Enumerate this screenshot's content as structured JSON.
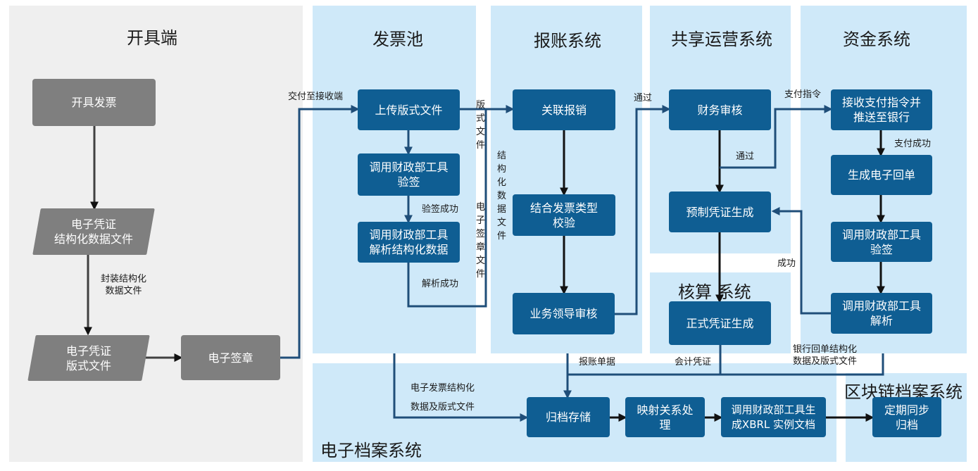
{
  "panels": {
    "issuer": "开具端",
    "invoice_pool": "发票池",
    "reimburse": "报账系统",
    "shared_ops": "共享运营系统",
    "funds": "资金系统",
    "accounting": "核算 系统",
    "archive": "电子档案系统",
    "blockchain": "区块链档案系统"
  },
  "nodes": {
    "issue_invoice": "开具发票",
    "structured_file": "电子凭证\n结构化数据文件",
    "layout_file": "电子凭证\n版式文件",
    "e_signature": "电子签章",
    "upload_layout": "上传版式文件",
    "verify_sign": "调用财政部工具\n验签",
    "parse_structured": "调用财政部工具\n解析结构化数据",
    "link_reimburse": "关联报销",
    "combine_check": "结合发票类型\n校验",
    "leader_review": "业务领导审核",
    "finance_review": "财务审核",
    "pre_voucher": "预制凭证生成",
    "formal_voucher": "正式凭证生成",
    "receive_payment": "接收支付指令并\n推送至银行",
    "gen_receipt": "生成电子回单",
    "fund_verify_sign": "调用财政部工具\n验签",
    "fund_parse": "调用财政部工具\n解析",
    "archive_store": "归档存储",
    "mapping": "映射关系处\n理",
    "gen_xbrl": "调用财政部工具生\n成XBRL 实例文档",
    "sync_archive": "定期同步\n归档"
  },
  "labels": {
    "package_structured": "封装结构化\n数据文件",
    "deliver": "交付至接收端",
    "verify_ok": "验签成功",
    "parse_ok": "解析成功",
    "layout_file_v": "版式文件",
    "e_sign_file_v": "电子签章文件",
    "structured_v": "结构化数据文件",
    "passed_top": "通过",
    "passed_mid": "通过",
    "pay_instruction": "支付指令",
    "pay_success": "支付成功",
    "success": "成功",
    "reimburse_doc": "报账单据",
    "accounting_voucher": "会计凭证",
    "bank_receipt": "银行回单结构化\n数据及版式文件",
    "invoice_structured": "电子发票结构化",
    "invoice_layout": "数据及版式文件"
  },
  "colors": {
    "box_blue": "#0f5e93",
    "box_gray": "#7f7f7f",
    "panel_blue": "#cfe9f9",
    "panel_gray": "#efefef",
    "line_blue": "#1f4e79",
    "line_dark": "#111111"
  }
}
